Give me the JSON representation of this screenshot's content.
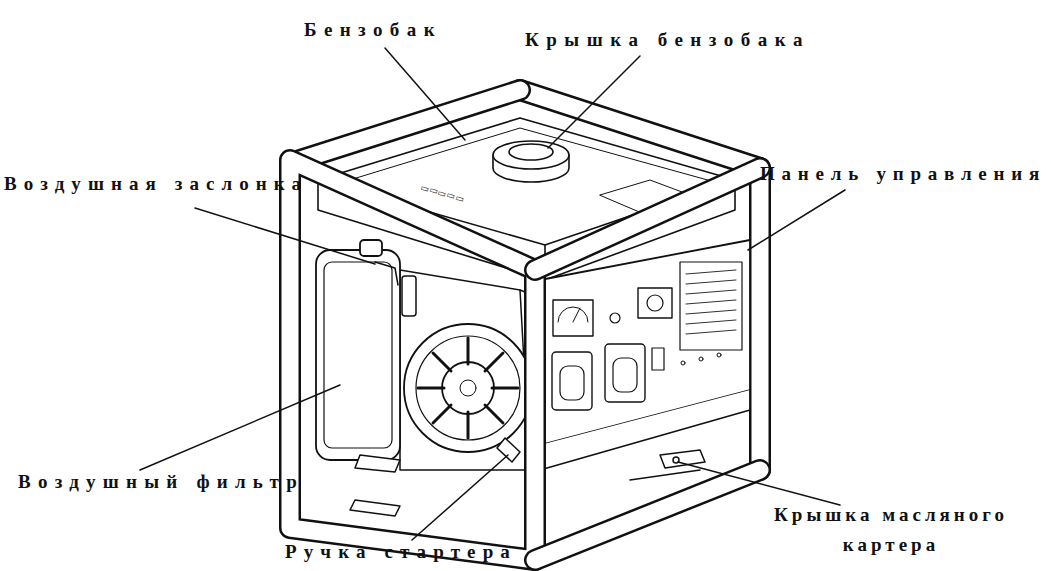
{
  "diagram": {
    "labels": [
      "Бензобак",
      "Крышка бензобака",
      "Воздушная заслонка",
      "Панель управления",
      "Воздушный фильтр",
      "Ручка стартера",
      "Крышка масляного картера"
    ]
  }
}
